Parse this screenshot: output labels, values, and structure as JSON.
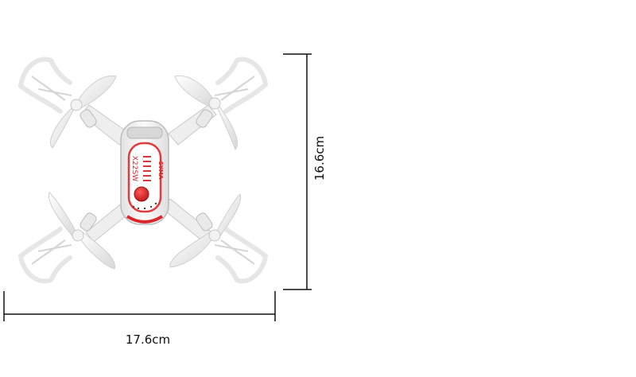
{
  "dimensions": {
    "width_label": "17.6cm",
    "height_label": "16.6cm"
  },
  "drone": {
    "model_label": "X22SW",
    "brand_label": "SYMA"
  },
  "colors": {
    "body": "#f4f4f4",
    "accent_red": "#d9262b",
    "line": "#111111"
  }
}
